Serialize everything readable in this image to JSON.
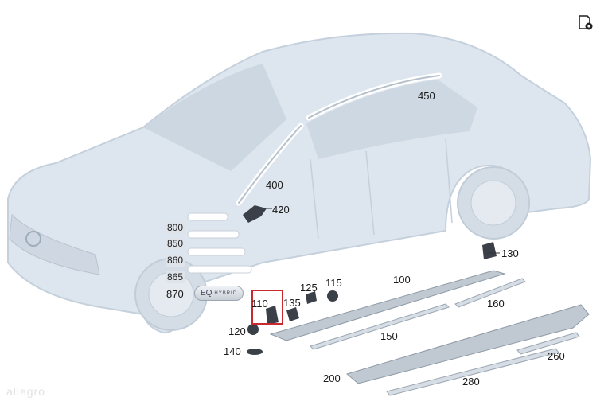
{
  "labels": {
    "p450": "450",
    "p400": "400",
    "p420": "420",
    "p800": "800",
    "p850": "850",
    "p860": "860",
    "p865": "865",
    "p870": "870",
    "p110": "110",
    "p135": "135",
    "p125": "125",
    "p115": "115",
    "p100": "100",
    "p130": "130",
    "p160": "160",
    "p120": "120",
    "p140": "140",
    "p150": "150",
    "p200": "200",
    "p260": "260",
    "p280": "280"
  },
  "emblem": {
    "mark": "EQ",
    "text": "HYBRID"
  },
  "watermark": "allegro",
  "highlight_part": "110",
  "tool_icon": "doc-settings-icon",
  "colors": {
    "car_body": "#dde5ee",
    "car_outline": "#c4d0dc",
    "highlight": "#c8282e",
    "part": "#b9c3ce",
    "part_dark": "#3b4048"
  }
}
